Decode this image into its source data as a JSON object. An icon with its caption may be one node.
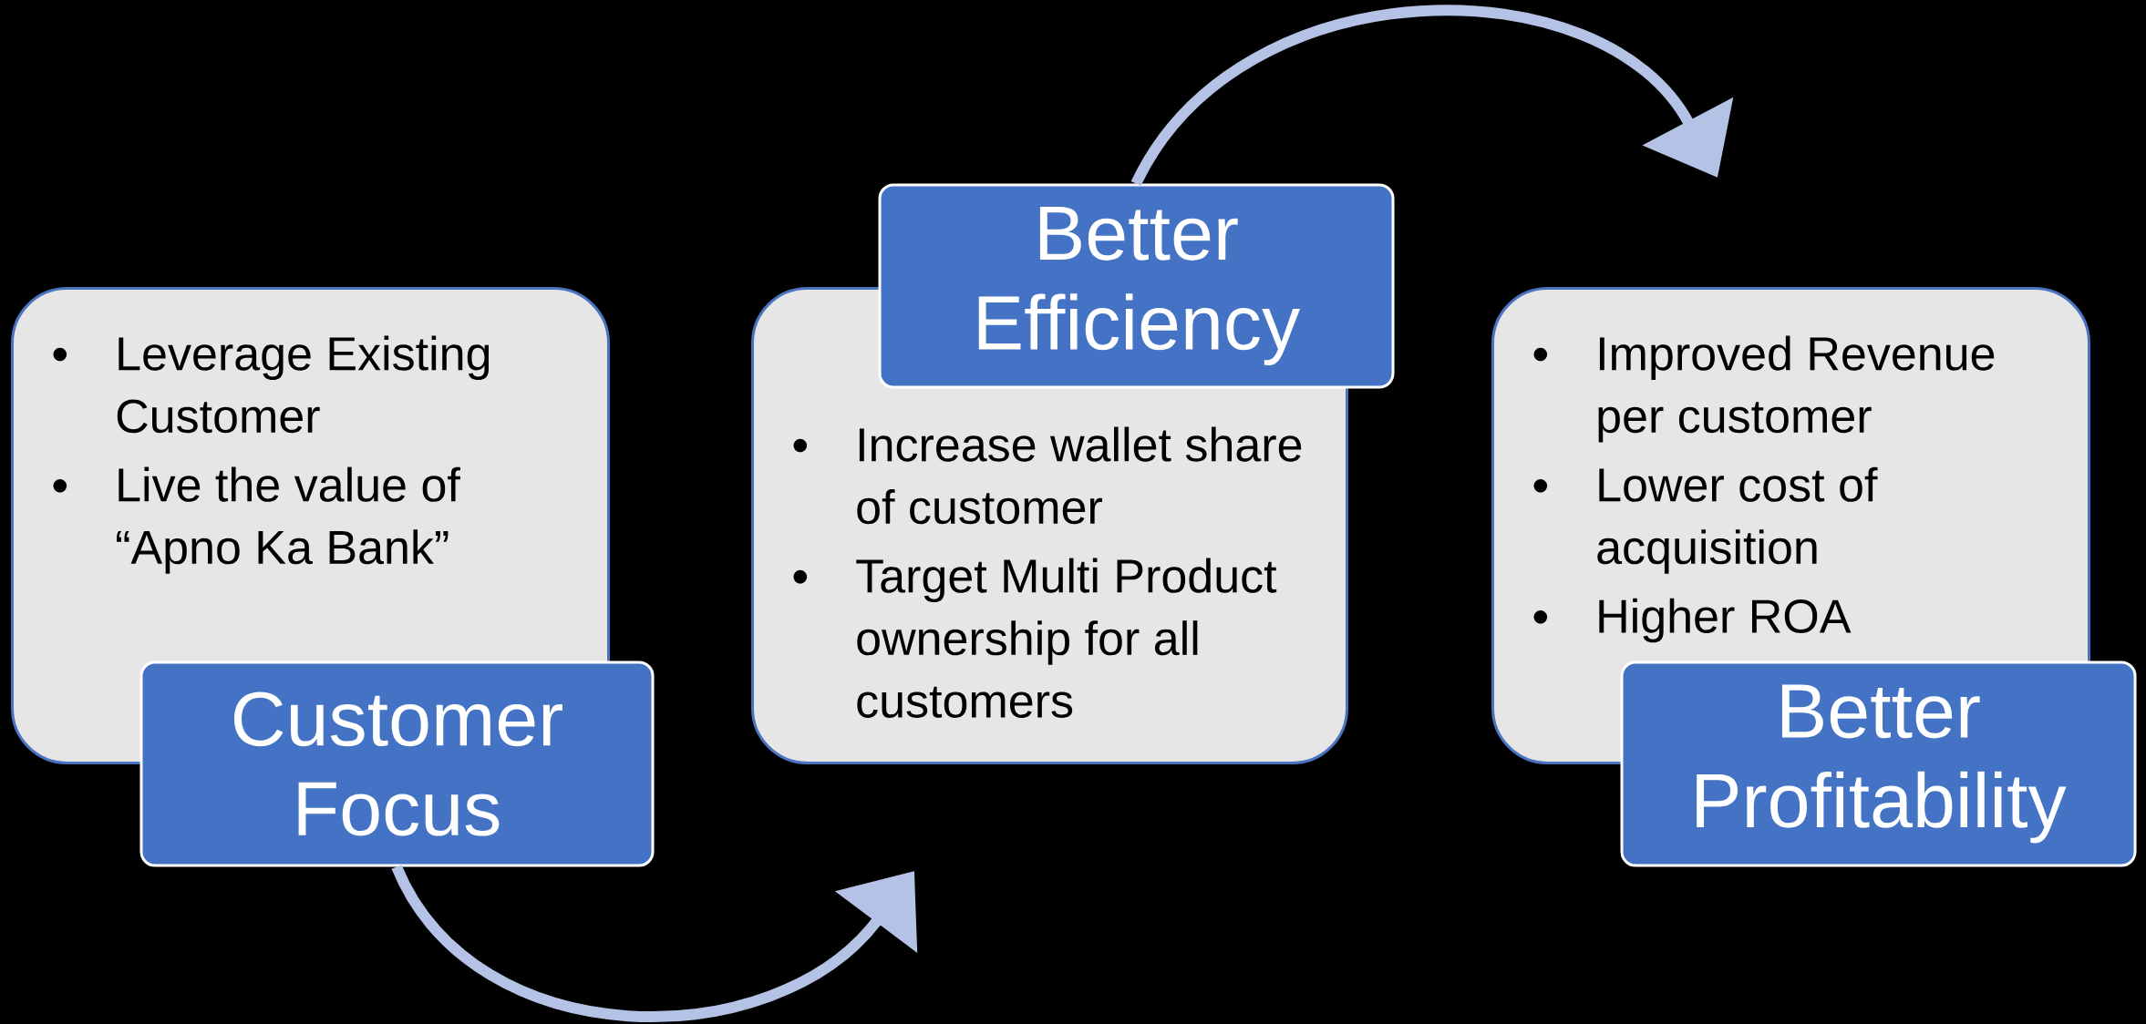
{
  "diagram": {
    "nodes": [
      {
        "text": [
          "Leverage Existing Customer",
          "Live the value of “Apno Ka Bank”"
        ]
      },
      {
        "text": [
          "Customer Focus"
        ]
      },
      {
        "text": [
          "Better Efficiency"
        ]
      },
      {
        "text": [
          "Increase wallet share of customer",
          "Target Multi Product ownership for all customers"
        ]
      },
      {
        "text": [
          "Improved Revenue per customer",
          "Lower cost of acquisition",
          "Higher ROA"
        ]
      },
      {
        "text": [
          "Better Profitability"
        ]
      }
    ],
    "edges": [
      {
        "from": 1,
        "to": 3,
        "arrow": "to"
      },
      {
        "from": 2,
        "to": 4,
        "arrow": "to"
      }
    ]
  }
}
